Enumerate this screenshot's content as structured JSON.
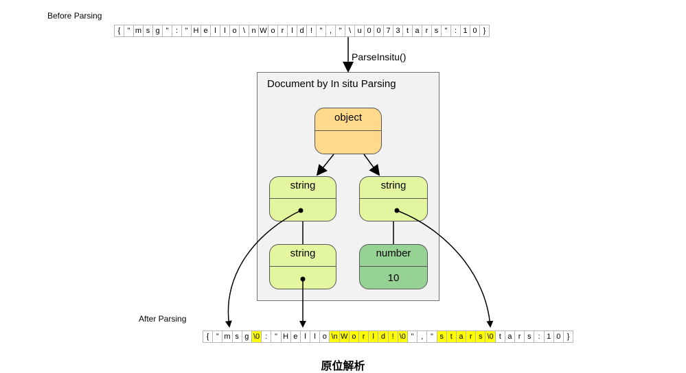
{
  "before_label": "Before Parsing",
  "after_label": "After Parsing",
  "edge_label": "ParseInsitu()",
  "document_title": "Document by In situ Parsing",
  "caption": "原位解析",
  "before_chars": [
    "{",
    "\"",
    "m",
    "s",
    "g",
    "\"",
    ":",
    "\"",
    "H",
    "e",
    "l",
    "l",
    "o",
    "\\",
    "n",
    "W",
    "o",
    "r",
    "l",
    "d",
    "!",
    "\"",
    ",",
    "\"",
    "\\",
    "u",
    "0",
    "0",
    "7",
    "3",
    "t",
    "a",
    "r",
    "s",
    "\"",
    ":",
    "1",
    "0",
    "}"
  ],
  "after_cells": [
    {
      "text": "{",
      "highlight": false
    },
    {
      "text": "\"",
      "highlight": false
    },
    {
      "text": "m",
      "highlight": false
    },
    {
      "text": "s",
      "highlight": false
    },
    {
      "text": "g",
      "highlight": false
    },
    {
      "text": "\\0",
      "highlight": true
    },
    {
      "text": ":",
      "highlight": false
    },
    {
      "text": "\"",
      "highlight": false
    },
    {
      "text": "H",
      "highlight": false
    },
    {
      "text": "e",
      "highlight": false
    },
    {
      "text": "l",
      "highlight": false
    },
    {
      "text": "l",
      "highlight": false
    },
    {
      "text": "o",
      "highlight": false
    },
    {
      "text": "\\n",
      "highlight": true
    },
    {
      "text": "W",
      "highlight": true
    },
    {
      "text": "o",
      "highlight": true
    },
    {
      "text": "r",
      "highlight": true
    },
    {
      "text": "l",
      "highlight": true
    },
    {
      "text": "d",
      "highlight": true
    },
    {
      "text": "!",
      "highlight": true
    },
    {
      "text": "\\0",
      "highlight": true
    },
    {
      "text": "\"",
      "highlight": false
    },
    {
      "text": ",",
      "highlight": false
    },
    {
      "text": "\"",
      "highlight": false
    },
    {
      "text": "s",
      "highlight": true
    },
    {
      "text": "t",
      "highlight": true
    },
    {
      "text": "a",
      "highlight": true
    },
    {
      "text": "r",
      "highlight": true
    },
    {
      "text": "s",
      "highlight": true
    },
    {
      "text": "\\0",
      "highlight": true
    },
    {
      "text": "t",
      "highlight": false
    },
    {
      "text": "a",
      "highlight": false
    },
    {
      "text": "r",
      "highlight": false
    },
    {
      "text": "s",
      "highlight": false
    },
    {
      "text": ":",
      "highlight": false
    },
    {
      "text": "1",
      "highlight": false
    },
    {
      "text": "0",
      "highlight": false
    },
    {
      "text": "}",
      "highlight": false
    }
  ],
  "nodes": {
    "object": {
      "label": "object"
    },
    "string_left": {
      "label": "string"
    },
    "string_right": {
      "label": "string"
    },
    "string_bottom": {
      "label": "string"
    },
    "number": {
      "label": "number",
      "value": "10"
    }
  },
  "colors": {
    "object": "#ffd98c",
    "string": "#e4f5a0",
    "number": "#96d294",
    "highlight": "#ffff00",
    "document_bg": "#f2f2f2"
  }
}
